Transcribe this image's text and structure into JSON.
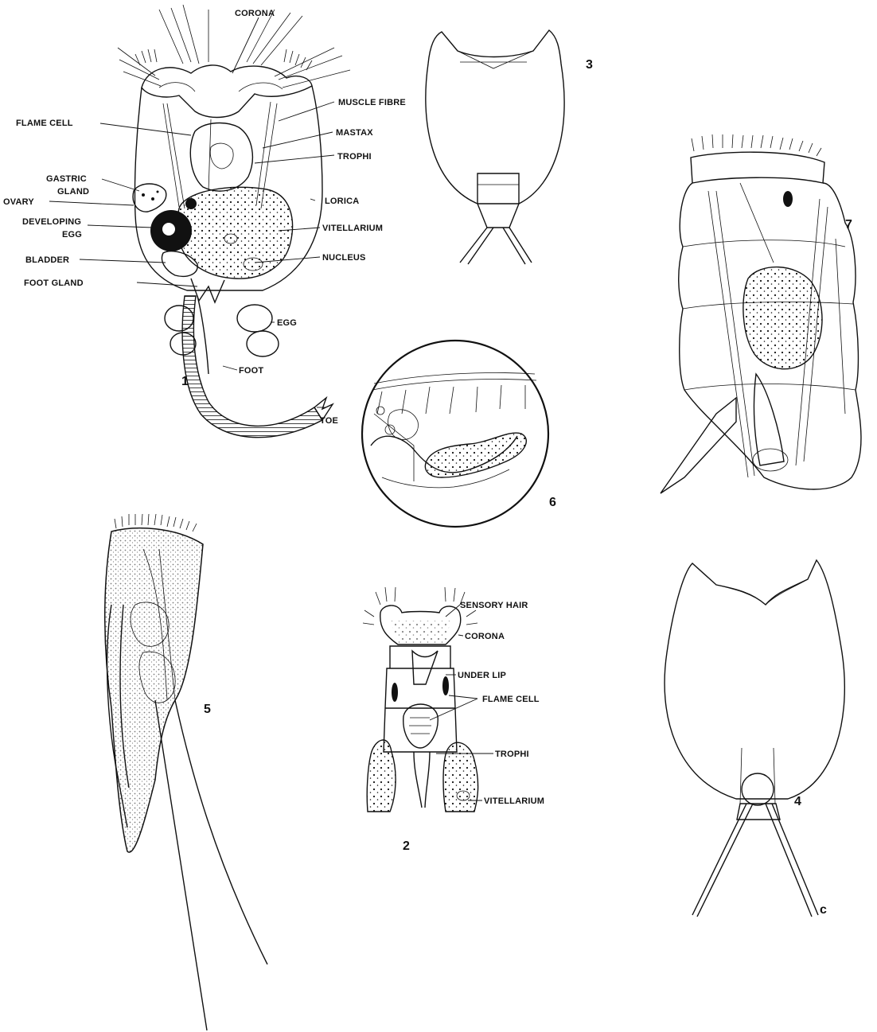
{
  "figure_numbers": [
    "1",
    "2",
    "3",
    "4",
    "5",
    "6",
    "7"
  ],
  "figure1": {
    "labels": {
      "corona": "CORONA",
      "muscle_fibre": "MUSCLE FIBRE",
      "flame_cell": "FLAME CELL",
      "mastax": "MASTAX",
      "trophi": "TROPHI",
      "gastric_gland_1": "GASTRIC",
      "gastric_gland_2": "GLAND",
      "lorica": "LORICA",
      "ovary": "OVARY",
      "developing_egg_1": "DEVELOPING",
      "developing_egg_2": "EGG",
      "vitellarium": "VITELLARIUM",
      "bladder": "BLADDER",
      "nucleus": "NUCLEUS",
      "foot_gland": "FOOT GLAND",
      "egg": "EGG",
      "foot": "FOOT",
      "toe": "TOE"
    }
  },
  "figure2": {
    "labels": {
      "sensory_hair": "SENSORY HAIR",
      "corona": "CORONA",
      "under_lip": "UNDER LIP",
      "flame_cell": "FLAME CELL",
      "trophi": "TROPHI",
      "vitellarium": "VITELLARIUM"
    }
  },
  "figure4": {
    "labels": {
      "c": "c"
    }
  }
}
